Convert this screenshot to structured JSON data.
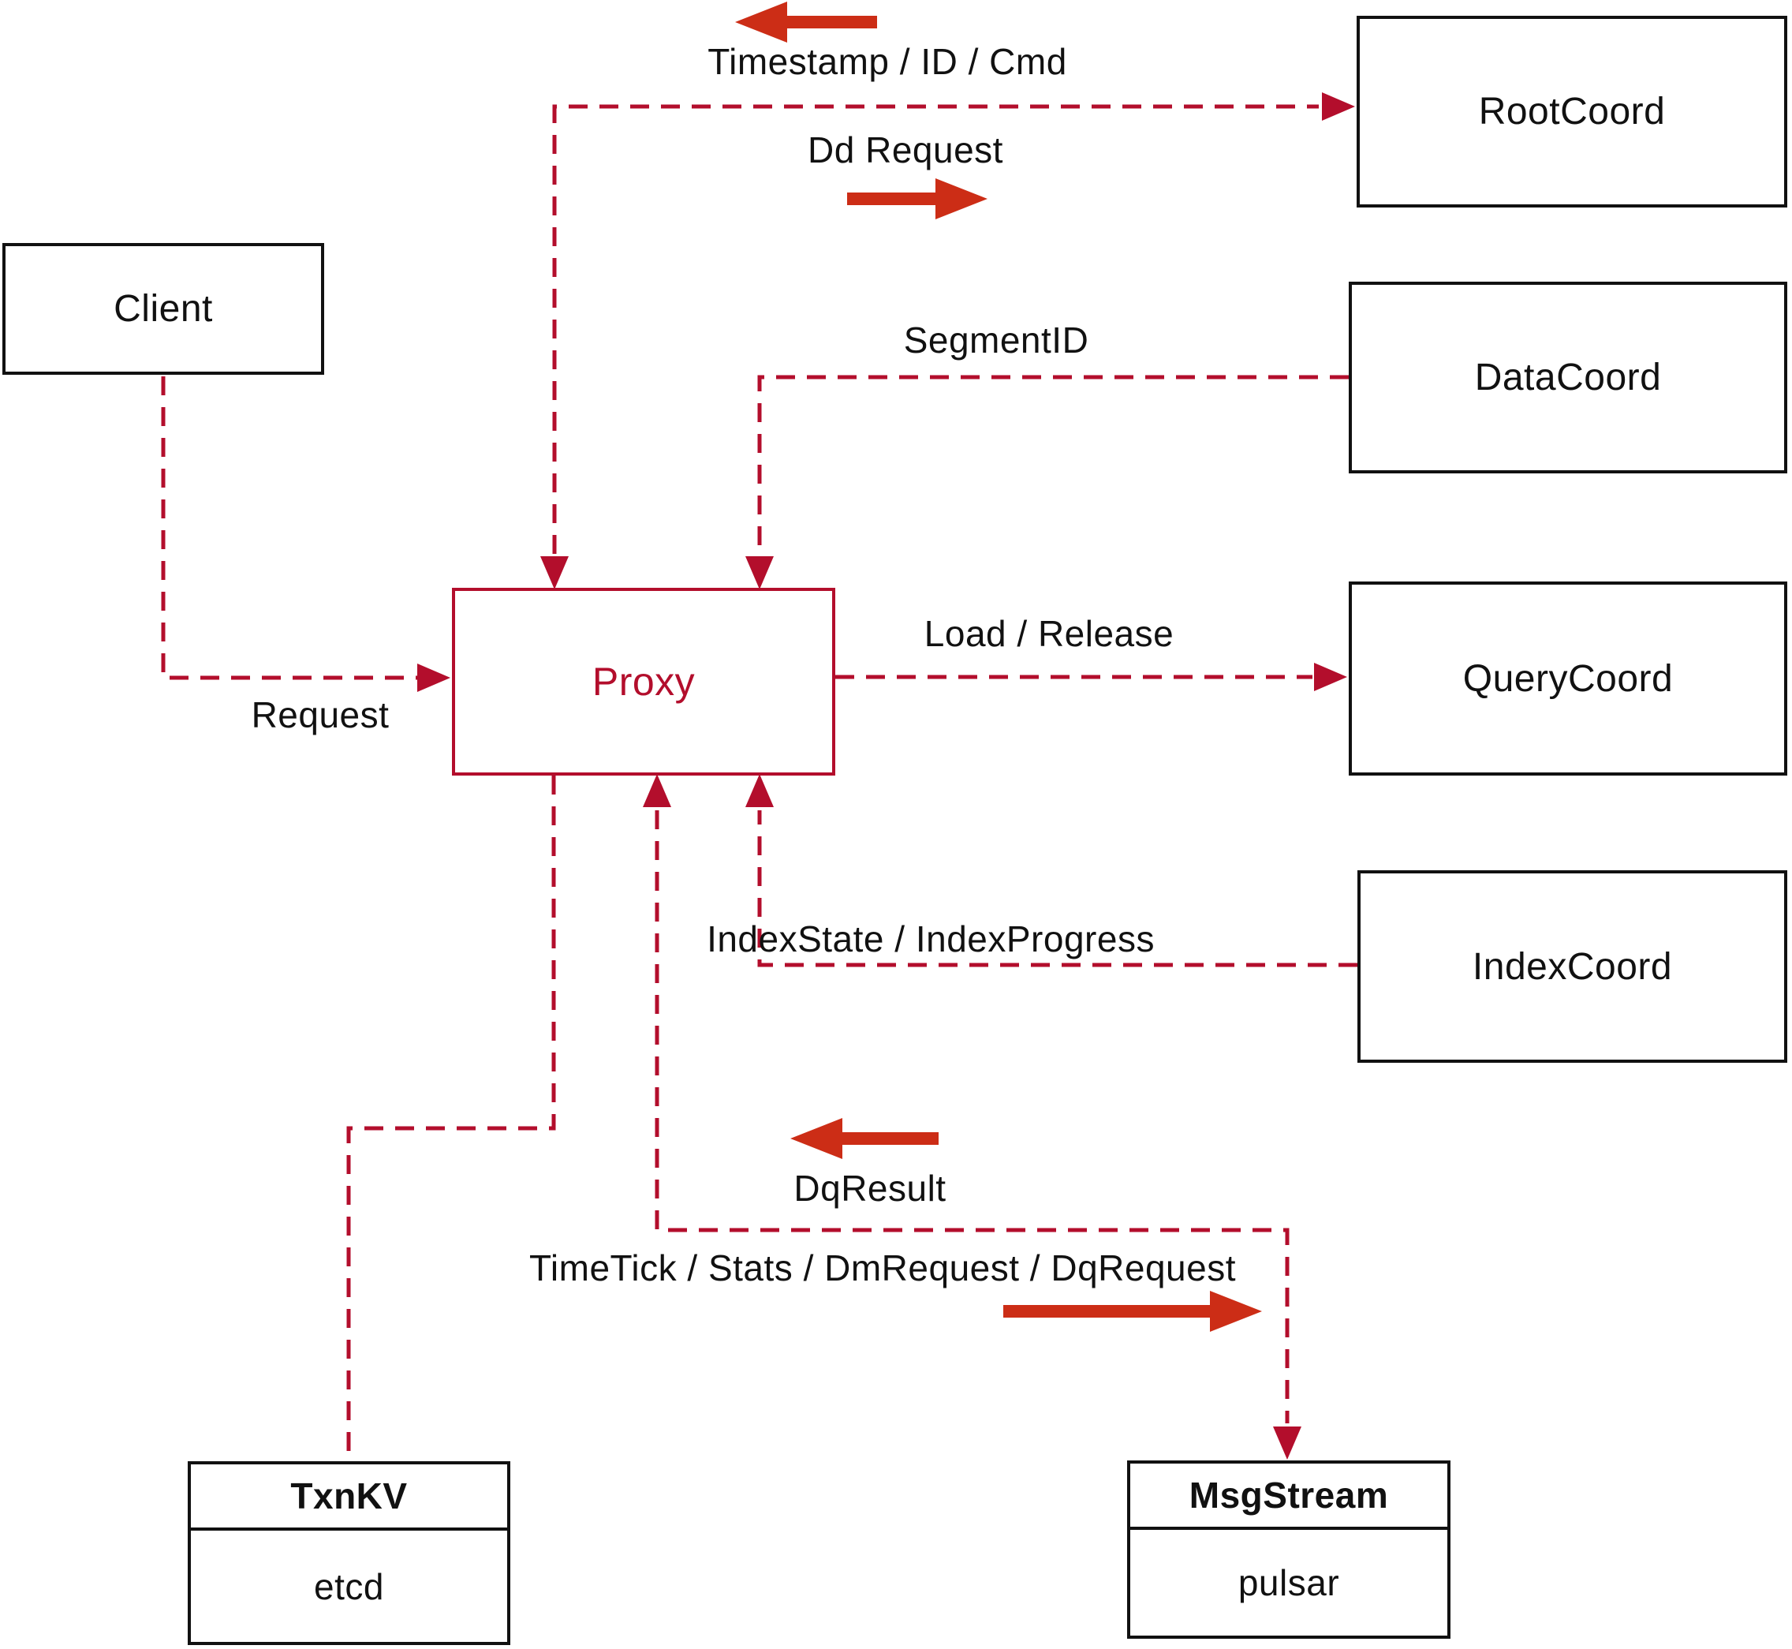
{
  "colors": {
    "line_red": "#b30e2c",
    "arrow_red": "#cc2d16",
    "box_border": "#111111",
    "text": "#111111"
  },
  "nodes": {
    "client": {
      "label": "Client"
    },
    "root_coord": {
      "label": "RootCoord"
    },
    "data_coord": {
      "label": "DataCoord"
    },
    "query_coord": {
      "label": "QueryCoord"
    },
    "index_coord": {
      "label": "IndexCoord"
    },
    "proxy": {
      "label": "Proxy"
    },
    "txn_kv": {
      "title": "TxnKV",
      "impl": "etcd"
    },
    "msg_stream": {
      "title": "MsgStream",
      "impl": "pulsar"
    }
  },
  "edge_labels": {
    "timestamp_id_cmd": "Timestamp / ID / Cmd",
    "dd_request": "Dd Request",
    "segment_id": "SegmentID",
    "request": "Request",
    "load_release": "Load / Release",
    "index_state": "IndexState / IndexProgress",
    "dq_result": "DqResult",
    "time_tick": "TimeTick / Stats / DmRequest / DqRequest"
  }
}
